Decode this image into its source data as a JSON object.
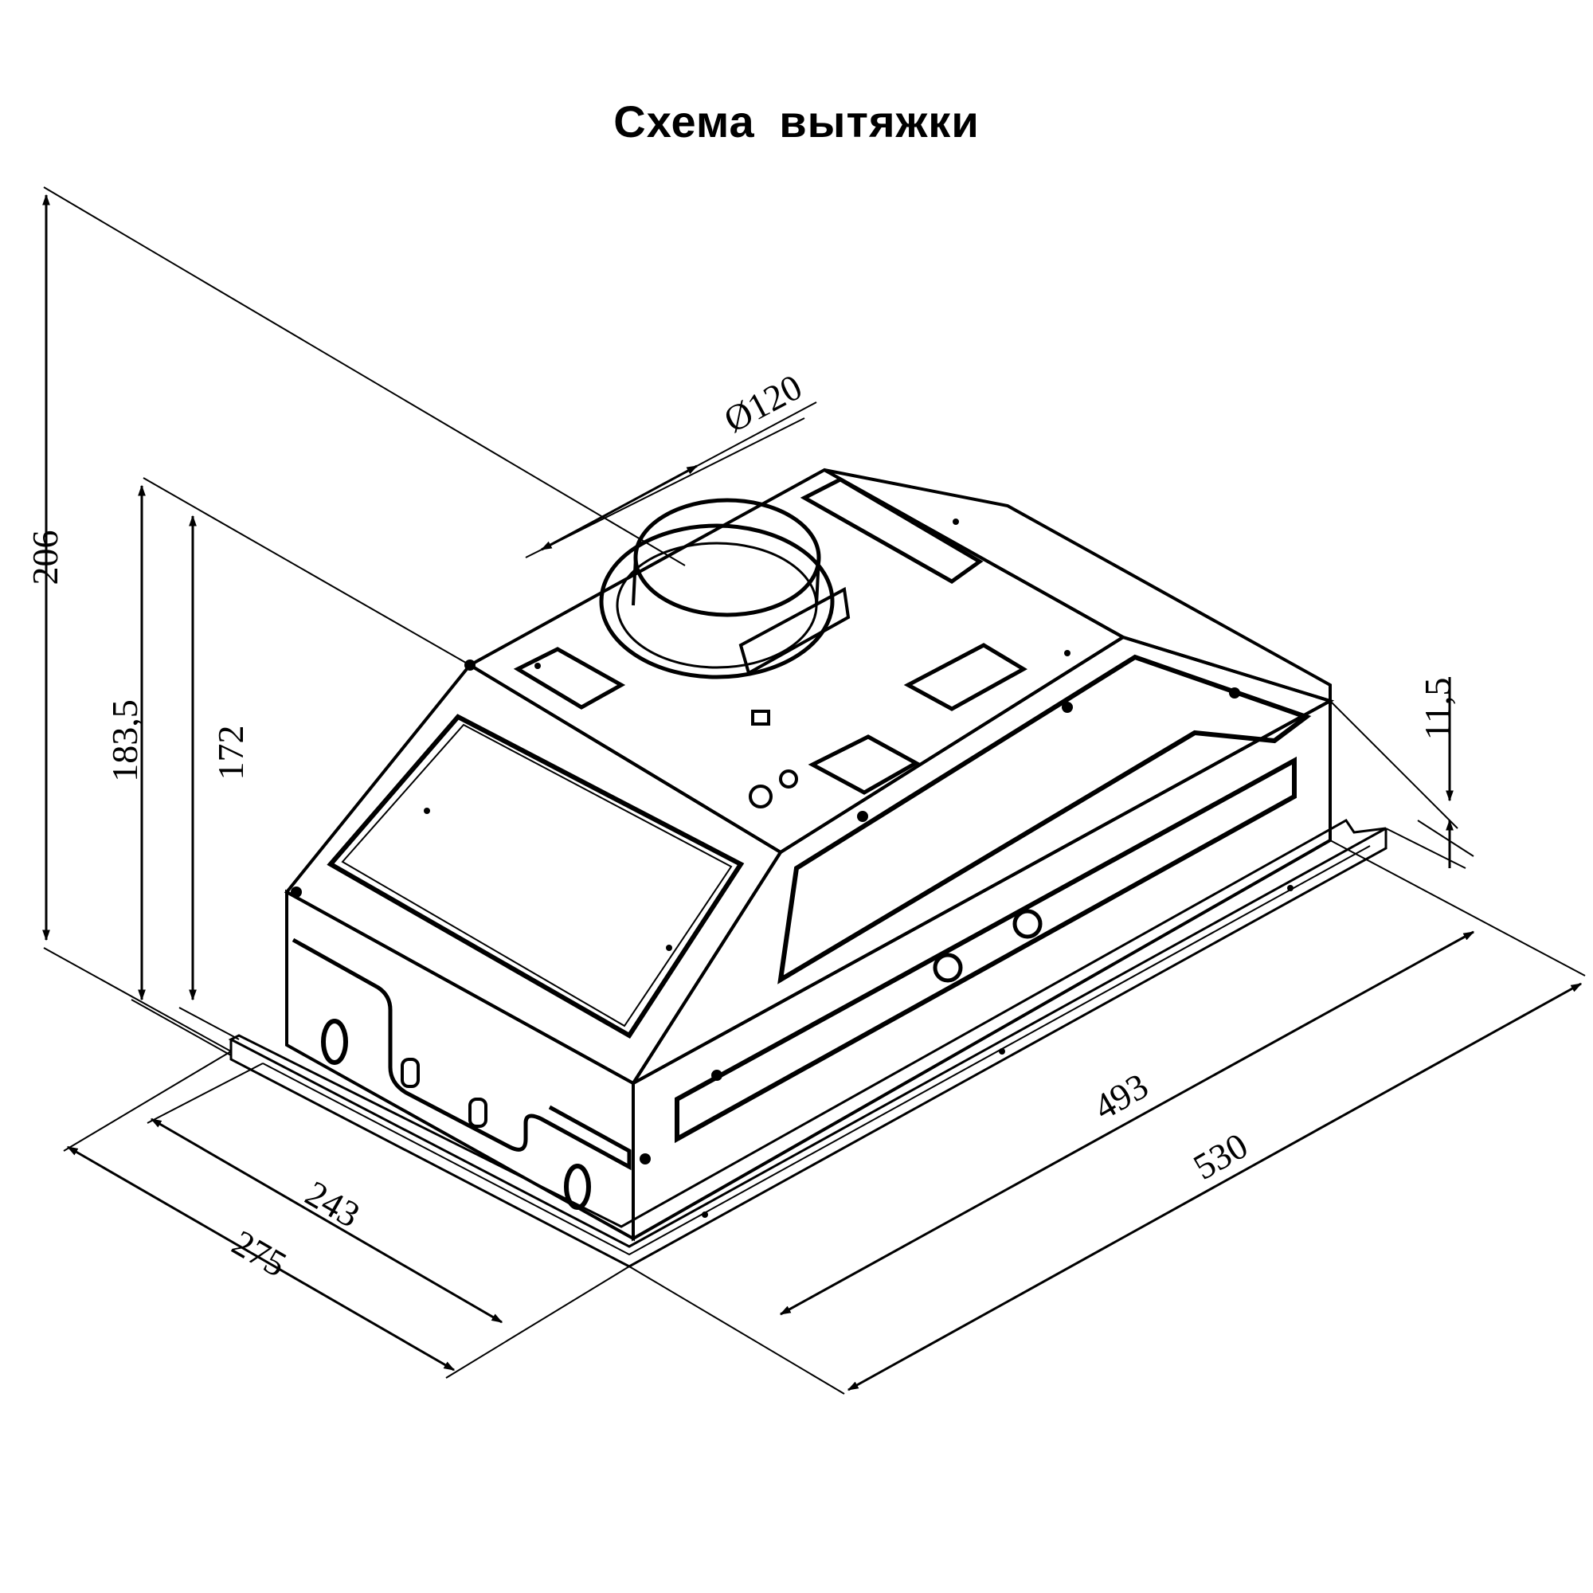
{
  "title": "Схема вытяжки",
  "dimensions": {
    "height_total": "206",
    "height_body_full": "183,5",
    "height_body": "172",
    "flange": "11,5",
    "duct_diameter": "Ø120",
    "width_inner": "243",
    "width_outer": "275",
    "length_inner": "493",
    "length_outer": "530"
  }
}
